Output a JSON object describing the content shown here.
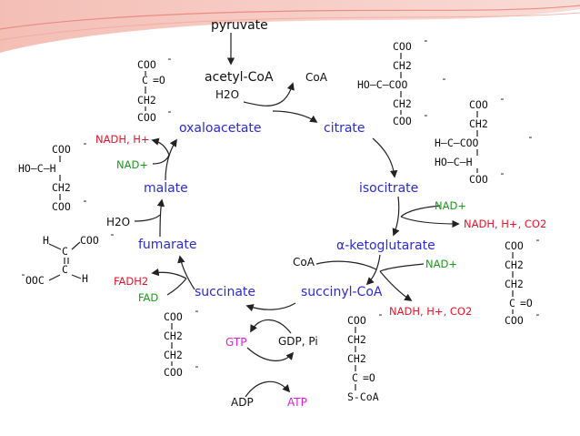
{
  "colors": {
    "metabolite": "#2b2bd9",
    "reduced": "#e8122b",
    "oxidized": "#1a9a1a",
    "energy": "#e020e0",
    "banner": "#e8857a"
  },
  "cycle": {
    "pyruvate": "pyruvate",
    "acetyl_coa": "acetyl-CoA",
    "water_1": "H2O",
    "coa_1": "CoA",
    "oxaloacetate": "oxaloacetate",
    "citrate": "citrate",
    "isocitrate": "isocitrate",
    "alpha_kg": "α-ketoglutarate",
    "succinyl_coa": "succinyl-CoA",
    "succinate": "succinate",
    "fumarate": "fumarate",
    "malate": "malate",
    "water_2": "H2O",
    "coa_2": "CoA"
  },
  "cofactors": {
    "nadh_h_1": "NADH, H+",
    "nad_1": "NAD+",
    "nad_2": "NAD+",
    "nadh_h_co2_1": "NADH, H+, CO2",
    "nad_3": "NAD+",
    "nadh_h_co2_2": "NADH, H+, CO2",
    "fadh2": "FADH2",
    "fad": "FAD",
    "gtp": "GTP",
    "gdp_pi": "GDP, Pi",
    "adp": "ADP",
    "atp": "ATP"
  },
  "structures": {
    "coo_minus": "COO",
    "ch2": "CH2",
    "c_eq_o": "C=O",
    "ho_c_coo": "HO–C–COO",
    "h_c_coo": "H–C–COO",
    "ho_c_h": "HO–C–H",
    "s_coa": "S-CoA",
    "h": "H",
    "ooc": "OOC"
  }
}
